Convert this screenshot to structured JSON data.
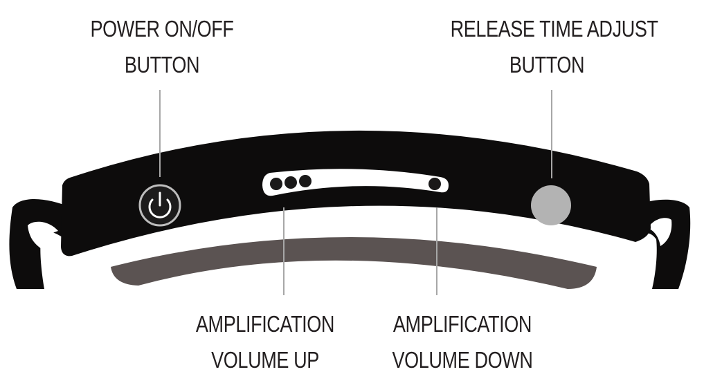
{
  "labels": {
    "power": {
      "line1": "POWER ON/OFF",
      "line2": "BUTTON"
    },
    "release": {
      "line1": "RELEASE TIME ADJUST",
      "line2": "BUTTON"
    },
    "volume_up": {
      "line1": "AMPLIFICATION",
      "line2": "VOLUME UP"
    },
    "volume_down": {
      "line1": "AMPLIFICATION",
      "line2": "VOLUME DOWN"
    }
  },
  "icons": {
    "power": "power-icon",
    "release": "release-time-button"
  },
  "colors": {
    "body": "#0d0c0c",
    "underside": "#5b5352",
    "leader": "#a7a7a7",
    "release_button": "#b3b3b3",
    "text": "#231f20"
  }
}
